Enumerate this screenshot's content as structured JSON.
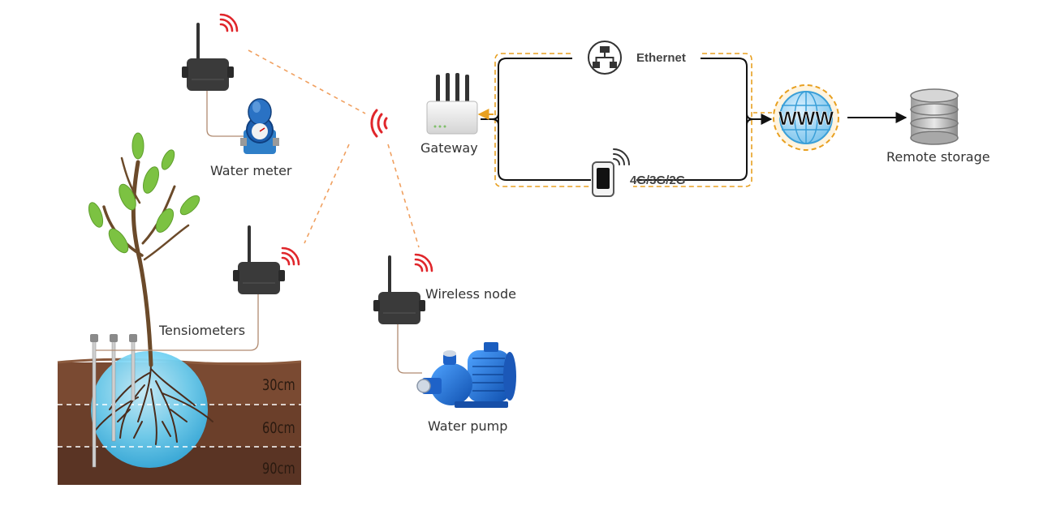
{
  "labels": {
    "water_meter": "Water meter",
    "tensiometers": "Tensiometers",
    "wireless_node": "Wireless node",
    "water_pump": "Water pump",
    "gateway": "Gateway",
    "ethernet": "Ethernet",
    "cellular": "4G/3G/2G",
    "www": "WWW",
    "remote_storage": "Remote storage"
  },
  "soil_depths": [
    "30cm",
    "60cm",
    "90cm"
  ],
  "colors": {
    "signal": "#e0262b",
    "dashed_link": "#f0a060",
    "orange_box": "#e8a020",
    "node_body": "#3a3a3a",
    "soil_top": "#7a4a32",
    "soil_mid": "#6b3f2a",
    "soil_bottom": "#5a3424",
    "water_bulb": "#5ec8ee",
    "leaf": "#7cc242",
    "pump": "#1f6fd6",
    "globe": "#3a9fd8"
  },
  "icons": [
    "wireless-node-icon",
    "water-meter-icon",
    "water-pump-icon",
    "gateway-router-icon",
    "ethernet-network-icon",
    "mobile-phone-icon",
    "globe-www-icon",
    "database-icon",
    "signal-icon",
    "tree-icon"
  ]
}
